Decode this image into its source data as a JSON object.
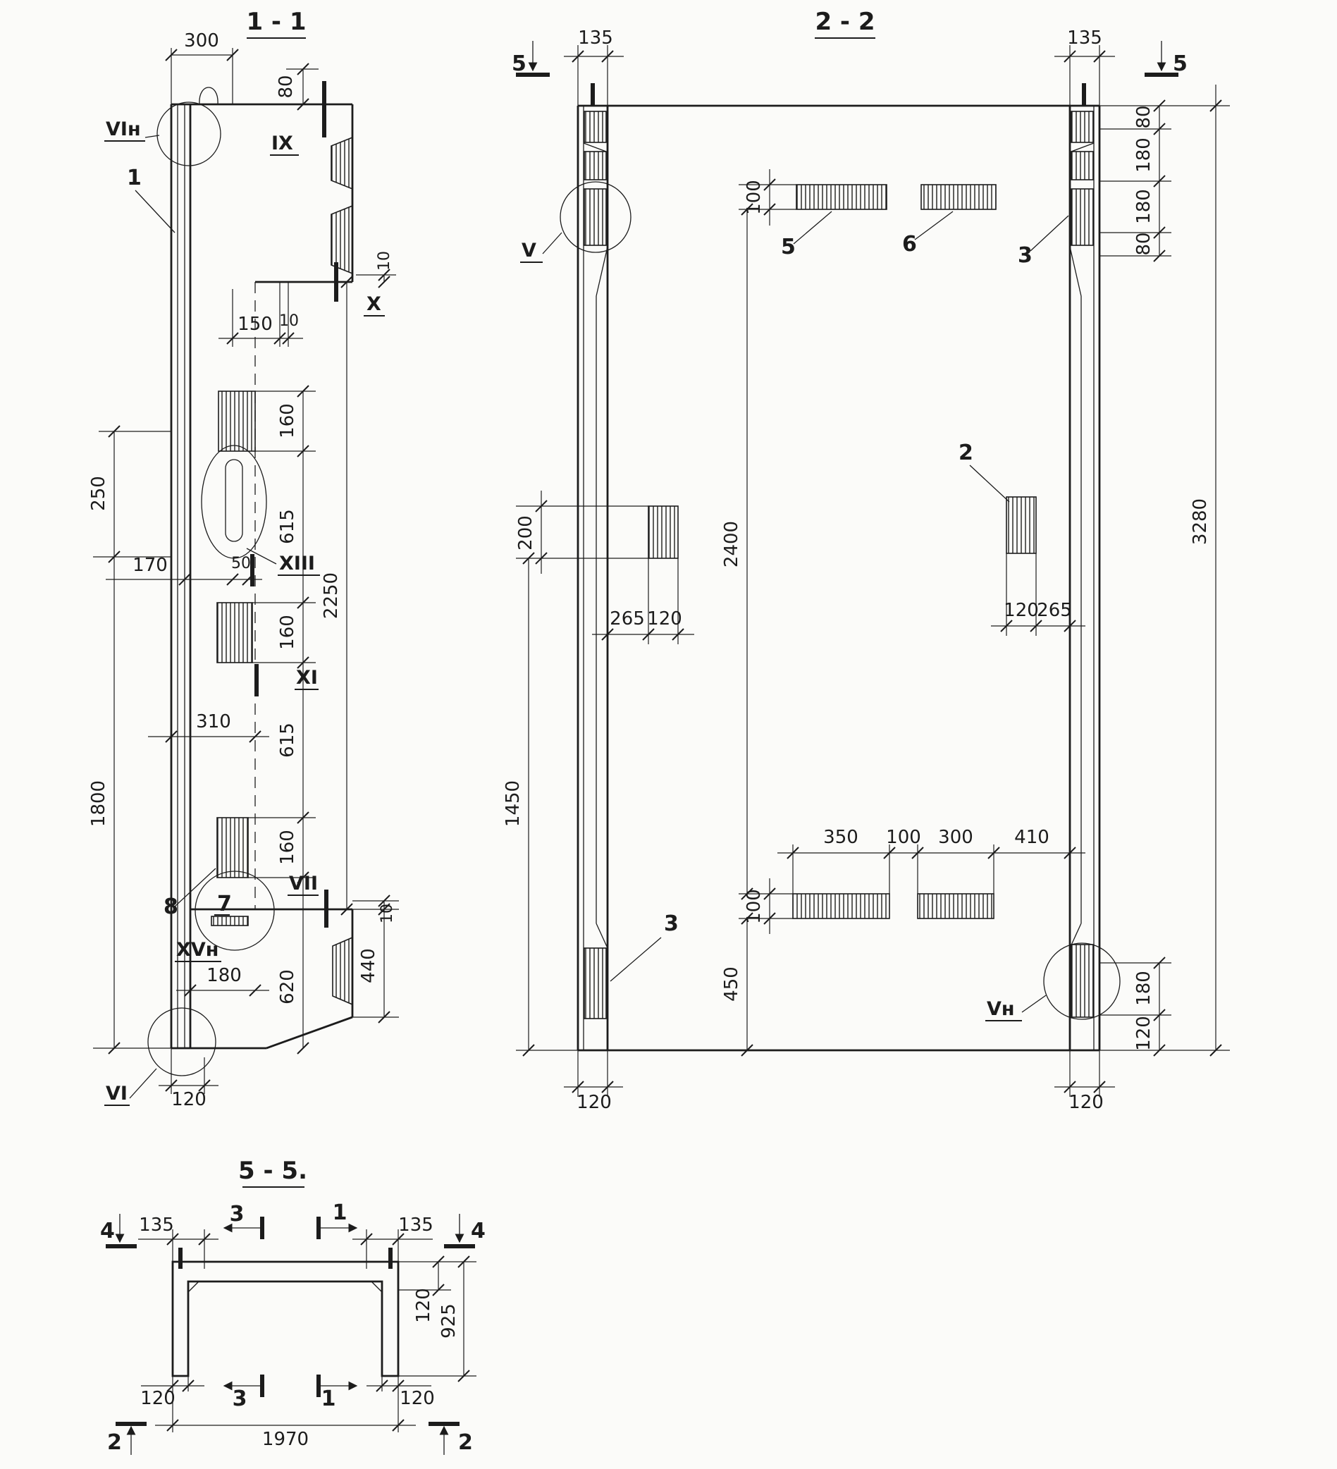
{
  "drawing": {
    "s11": {
      "title": "1 - 1",
      "dims": {
        "w300": "300",
        "h80": "80",
        "t10a": "10",
        "w150": "150",
        "t10b": "10",
        "v160a": "160",
        "v615a": "615",
        "v160b": "160",
        "v615b": "615",
        "v160c": "160",
        "v2250": "2250",
        "v250": "250",
        "w170": "170",
        "w50": "50",
        "w310": "310",
        "v1800": "1800",
        "w180": "180",
        "v620": "620",
        "v440": "440",
        "t10c": "10",
        "w120": "120"
      },
      "marks": {
        "vin": "VIн",
        "ix": "IX",
        "x": "X",
        "xiii": "XIII",
        "xi": "XI",
        "vii": "VII",
        "xvn": "XVн",
        "vi": "VI"
      },
      "callouts": {
        "c1": "1",
        "c7": "7",
        "c8": "8"
      }
    },
    "s22": {
      "title": "2 - 2",
      "dims": {
        "w135l": "135",
        "w135r": "135",
        "h100t": "100",
        "r80a": "80",
        "r180a": "180",
        "r180b": "180",
        "r80b": "80",
        "v3280": "3280",
        "v2400": "2400",
        "v200": "200",
        "w265l": "265",
        "w120l": "120",
        "w120r": "120",
        "w265r": "265",
        "v1450": "1450",
        "v450": "450",
        "h100b": "100",
        "w350": "350",
        "w100": "100",
        "w300": "300",
        "w410": "410",
        "r180c": "180",
        "r120c": "120",
        "w120bl": "120",
        "w120br": "120"
      },
      "marks": {
        "v": "V",
        "vn": "Vн"
      },
      "callouts": {
        "c2": "2",
        "c3r": "3",
        "c3l": "3",
        "c5": "5",
        "c6": "6"
      },
      "cuts": {
        "left5": "5",
        "right5": "5"
      }
    },
    "s55": {
      "title": "5 - 5.",
      "dims": {
        "w135l": "135",
        "w135r": "135",
        "v120": "120",
        "v925": "925",
        "w120bl": "120",
        "w120br": "120",
        "w1970": "1970"
      },
      "cuts": {
        "left4": "4",
        "right4": "4",
        "top3": "3",
        "top1": "1",
        "bot3": "3",
        "bot1": "1",
        "left2": "2",
        "right2": "2"
      }
    }
  }
}
